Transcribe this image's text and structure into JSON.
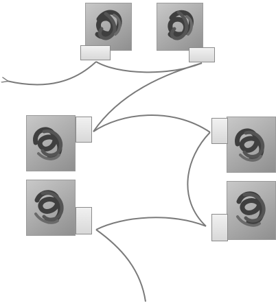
{
  "figure": {
    "caption": "",
    "colors": {
      "background": "#ffffff",
      "knot_panel": "#b0b0b0",
      "knot_stroke": "#3f3f3f",
      "connector_fill": "#e6e6e6",
      "curve": "#7a7a7a"
    },
    "nodes": [
      {
        "name": "knot-top-left",
        "icon": "knot-icon"
      },
      {
        "name": "knot-top-right",
        "icon": "knot-icon"
      },
      {
        "name": "knot-middle-left",
        "icon": "knot-icon"
      },
      {
        "name": "knot-middle-right",
        "icon": "knot-icon"
      },
      {
        "name": "knot-bottom-left",
        "icon": "knot-icon"
      },
      {
        "name": "knot-bottom-right",
        "icon": "knot-icon"
      }
    ]
  }
}
